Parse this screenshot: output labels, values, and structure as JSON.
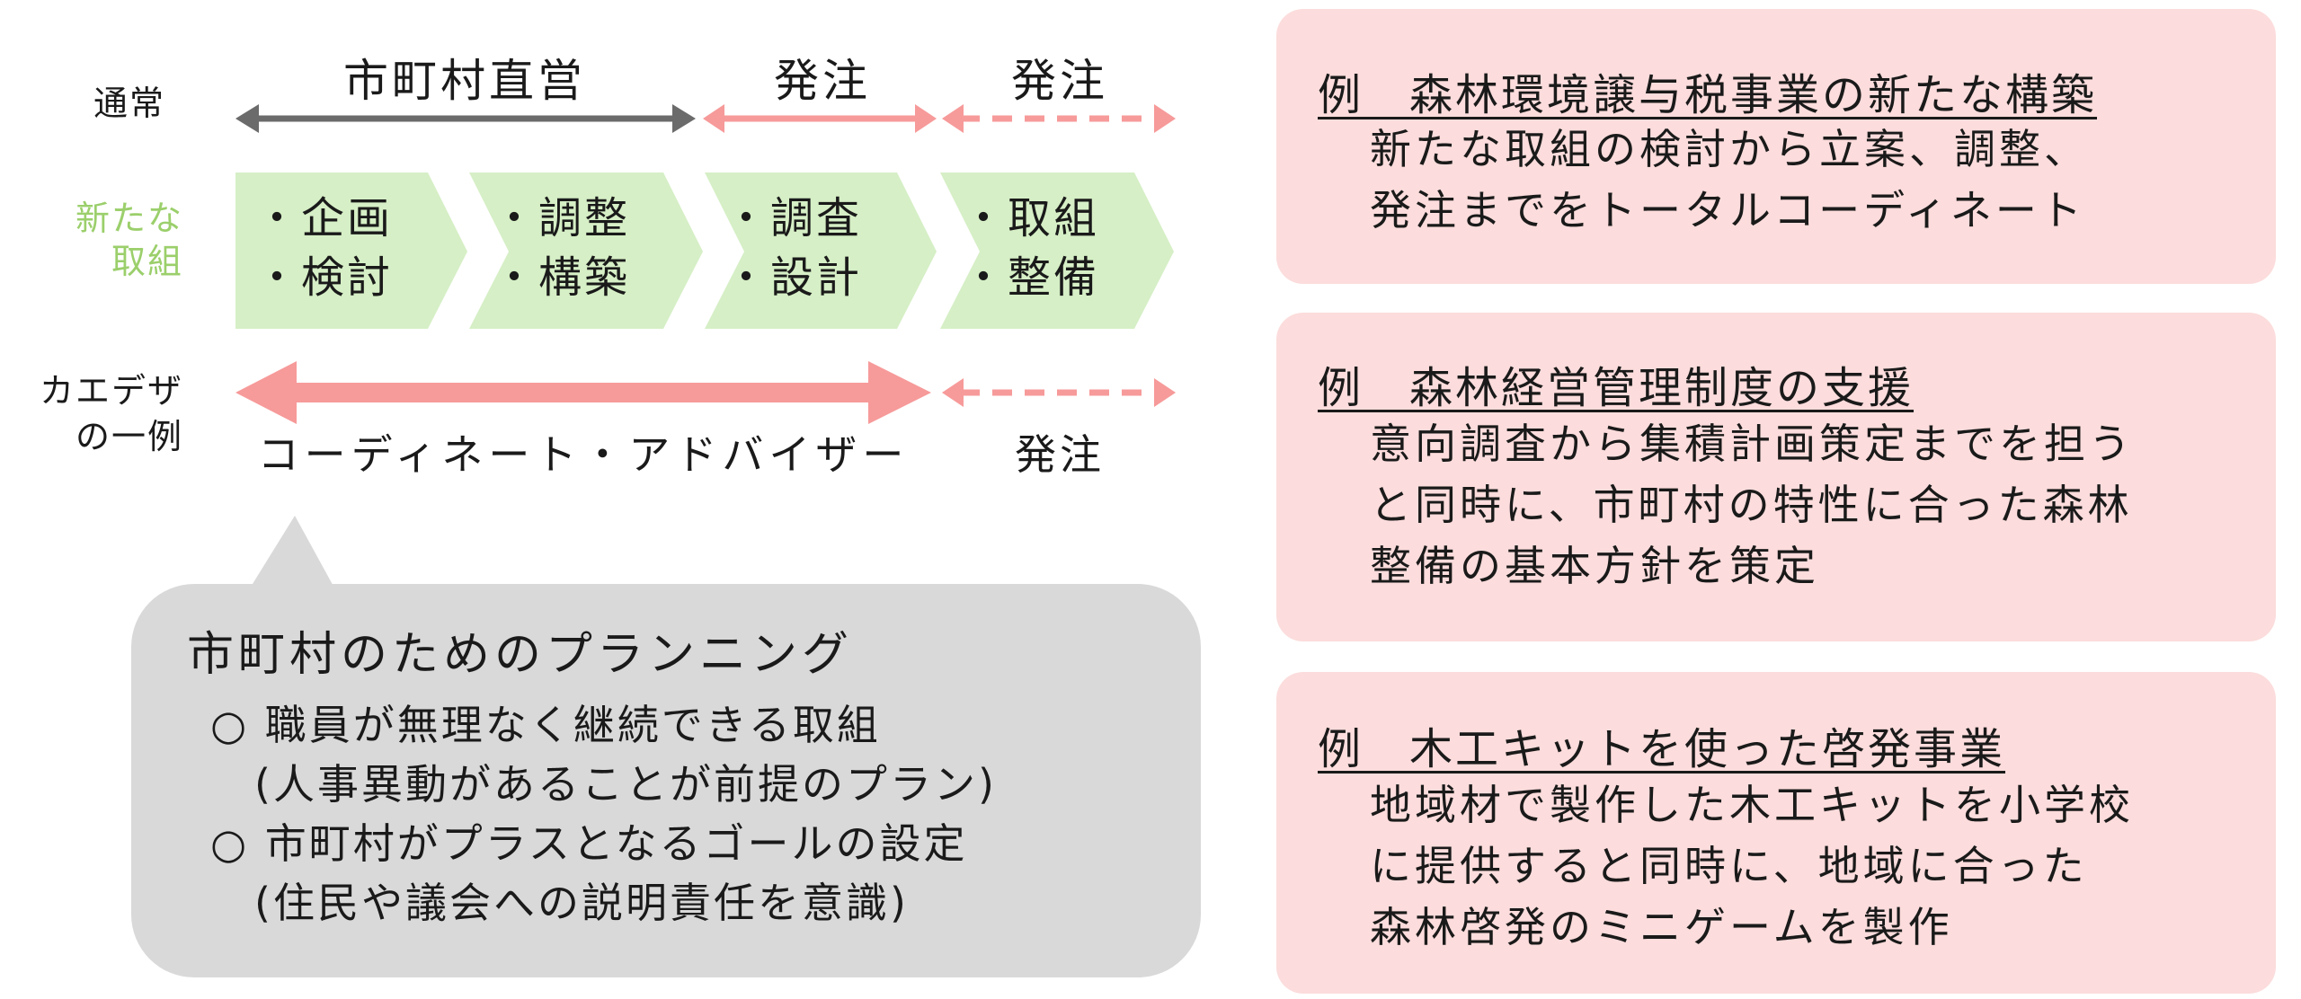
{
  "timeline": {
    "row1_label": "通常",
    "phases": [
      "市町村直営",
      "発注",
      "発注"
    ],
    "row2_label": [
      "新たな",
      "取組"
    ],
    "steps": [
      {
        "line1": "・企画",
        "line2": "・検討"
      },
      {
        "line1": "・調整",
        "line2": "・構築"
      },
      {
        "line1": "・調査",
        "line2": "・設計"
      },
      {
        "line1": "・取組",
        "line2": "・整備"
      }
    ],
    "row3_label": [
      "カエデザ",
      "の一例"
    ],
    "row3_phase": "コーディネート・アドバイザー",
    "row3_phase2": "発注"
  },
  "bubble": {
    "title": "市町村のためのプランニング",
    "lines": [
      "○ 職員が無理なく継続できる取組",
      "　(人事異動があることが前提のプラン)",
      "○ 市町村がプラスとなるゴールの設定",
      "　(住民や議会への説明責任を意識)"
    ]
  },
  "cards": [
    {
      "title": "例　森林環境譲与税事業の新たな構築",
      "lines": [
        "新たな取組の検討から立案、調整、",
        "発注までをトータルコーディネート"
      ]
    },
    {
      "title": "例　森林経営管理制度の支援",
      "lines": [
        "意向調査から集積計画策定までを担う",
        "と同時に、市町村の特性に合った森林",
        "整備の基本方針を策定"
      ]
    },
    {
      "title": "例　木工キットを使った啓発事業",
      "lines": [
        "地域材で製作した木工キットを小学校",
        "に提供すると同時に、地域に合った",
        "森林啓発のミニゲームを製作"
      ]
    }
  ],
  "colors": {
    "gray_arrow": "#6b6b6b",
    "pink_arrow": "#f79a9a",
    "chevron": "#d6efc6",
    "green_text": "#9bcf6b",
    "bubble": "#d9d9d9",
    "card": "#fcdcdc"
  }
}
